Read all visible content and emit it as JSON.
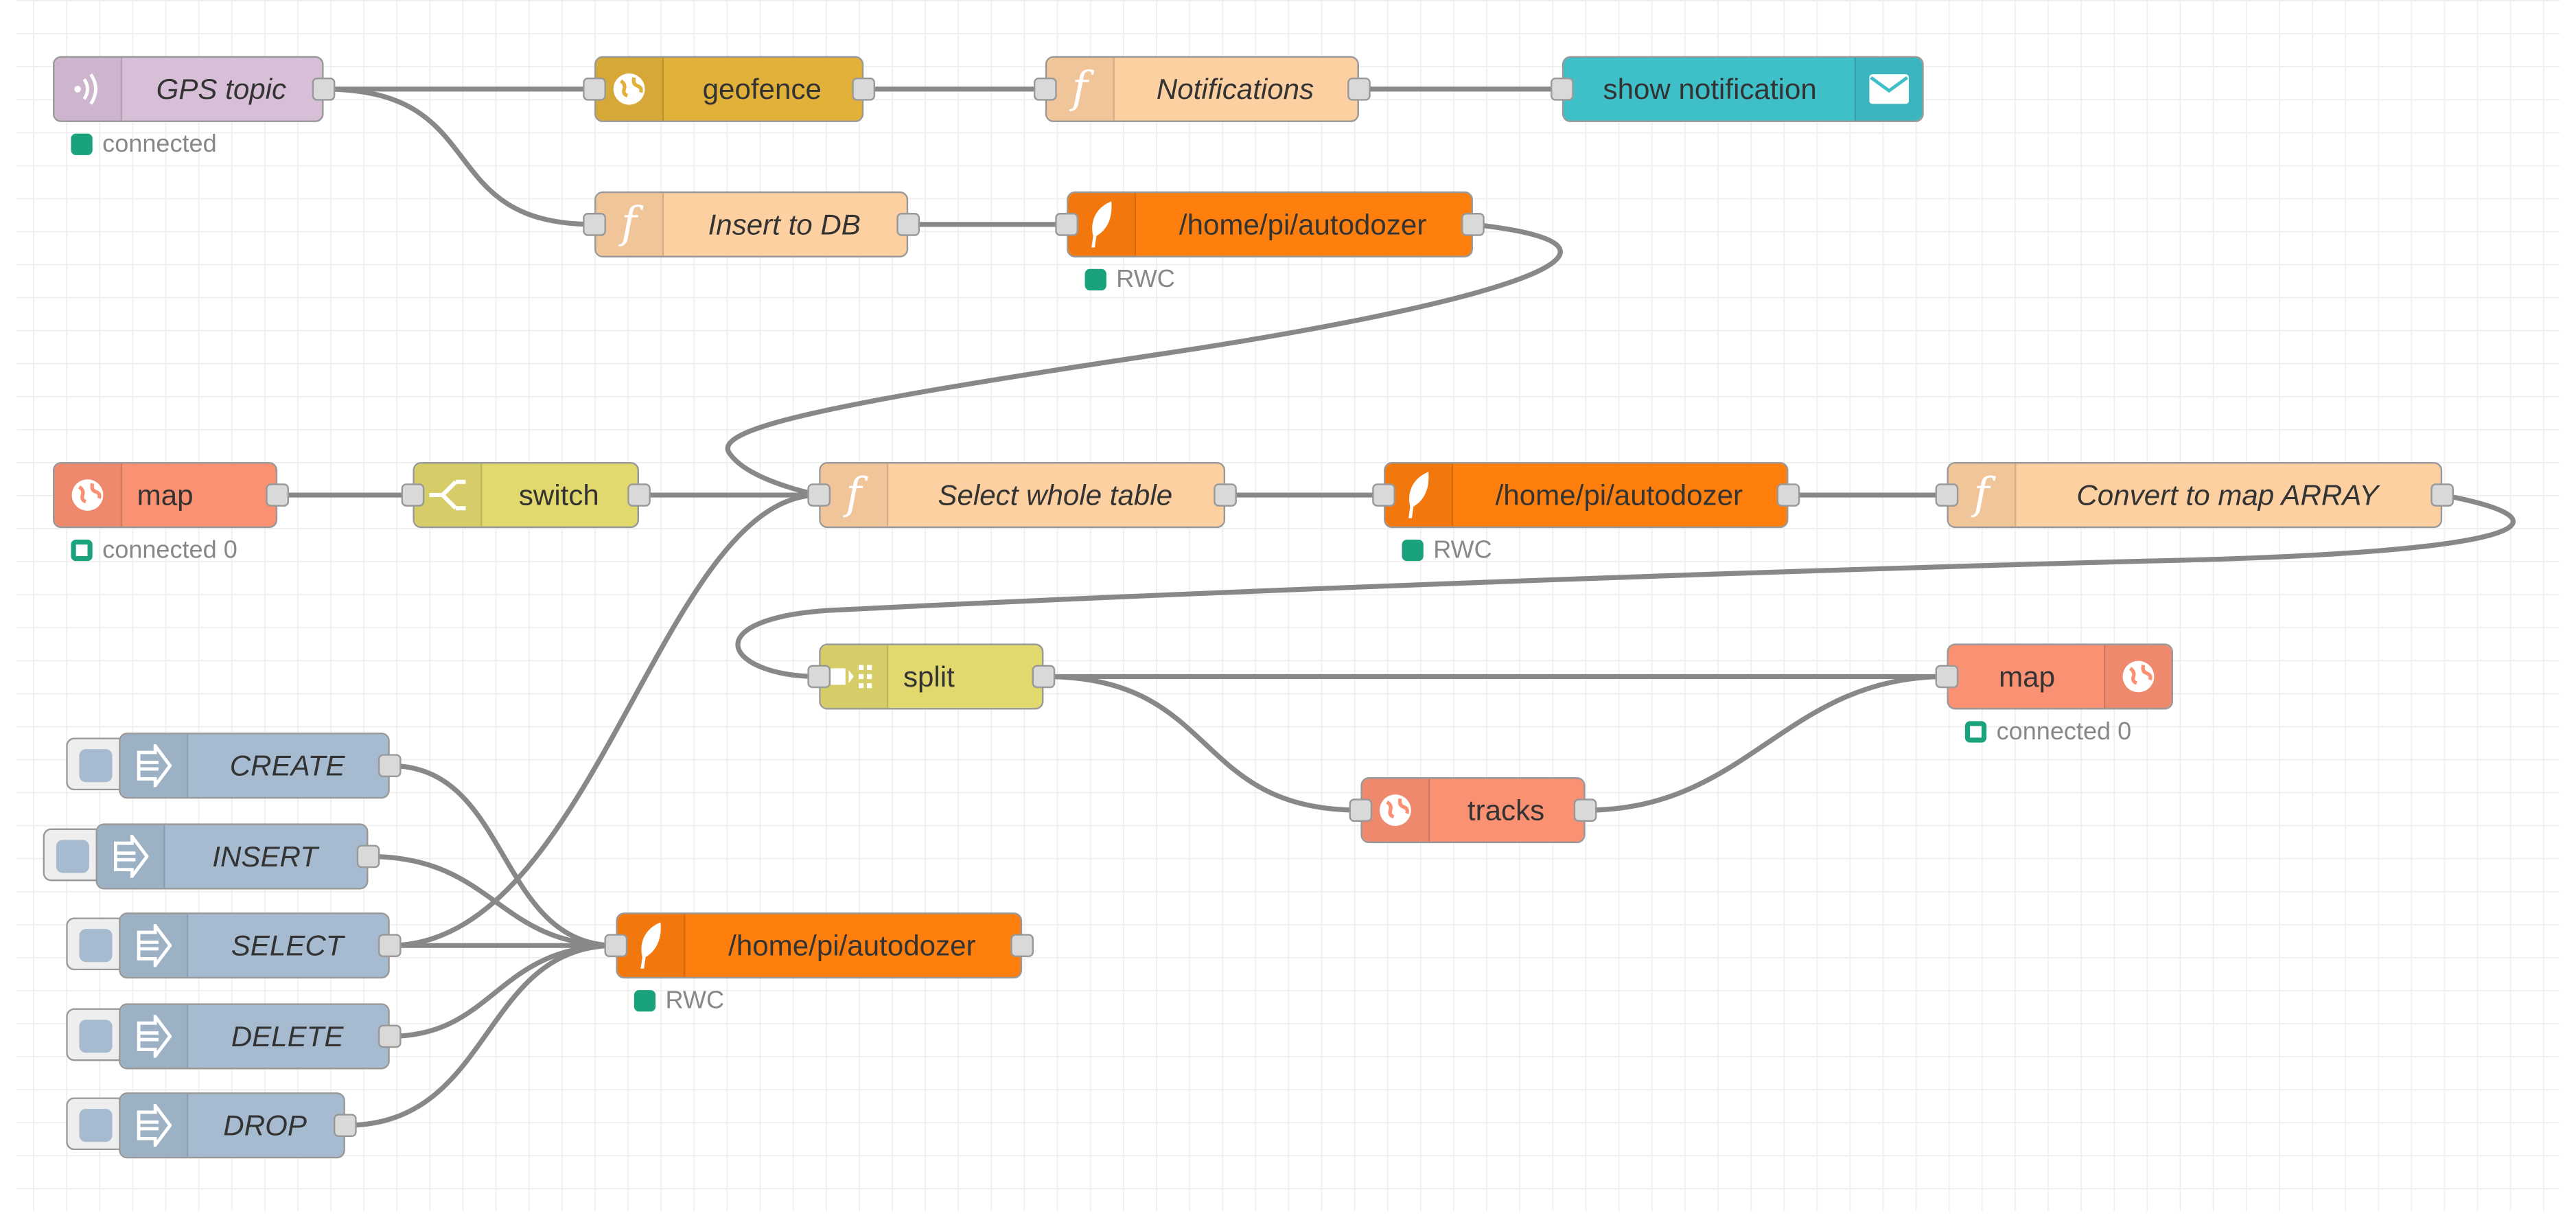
{
  "colors": {
    "mqtt": "#d8bfd8",
    "geofence": "#e2b13a",
    "function": "#fdd0a2",
    "notification": "#3fc0c9",
    "sqlite": "#ff7f0e",
    "worldmap": "#fb9173",
    "switch_split": "#e2d96e",
    "inject": "#a6bbcf",
    "wire": "#888888",
    "status_green": "#1aa27c",
    "grid": "#eeeeee"
  },
  "nodes": {
    "gps_topic": {
      "label": "GPS topic",
      "icon": "mqtt-icon",
      "status": "connected"
    },
    "geofence": {
      "label": "geofence",
      "icon": "globe-icon"
    },
    "notifications": {
      "label": "Notifications",
      "icon": "function-icon"
    },
    "show_notification": {
      "label": "show notification",
      "icon": "envelope-icon"
    },
    "insert_db": {
      "label": "Insert to DB",
      "icon": "function-icon"
    },
    "sqlite_1": {
      "label": "/home/pi/autodozer",
      "icon": "feather-icon",
      "status": "RWC"
    },
    "map_in": {
      "label": "map",
      "icon": "globe-icon",
      "status": "connected 0"
    },
    "switch": {
      "label": "switch",
      "icon": "switch-icon"
    },
    "select_whole": {
      "label": "Select whole table",
      "icon": "function-icon"
    },
    "sqlite_2": {
      "label": "/home/pi/autodozer",
      "icon": "feather-icon",
      "status": "RWC"
    },
    "convert_map": {
      "label": "Convert to map ARRAY",
      "icon": "function-icon"
    },
    "split": {
      "label": "split",
      "icon": "split-icon"
    },
    "map_out": {
      "label": "map",
      "icon": "globe-icon",
      "status": "connected 0"
    },
    "tracks": {
      "label": "tracks",
      "icon": "globe-icon"
    },
    "inject_create": {
      "label": "CREATE",
      "icon": "arrow-icon"
    },
    "inject_insert": {
      "label": "INSERT",
      "icon": "arrow-icon"
    },
    "inject_select": {
      "label": "SELECT",
      "icon": "arrow-icon"
    },
    "inject_delete": {
      "label": "DELETE",
      "icon": "arrow-icon"
    },
    "inject_drop": {
      "label": "DROP",
      "icon": "arrow-icon"
    },
    "sqlite_3": {
      "label": "/home/pi/autodozer",
      "icon": "feather-icon",
      "status": "RWC"
    }
  }
}
